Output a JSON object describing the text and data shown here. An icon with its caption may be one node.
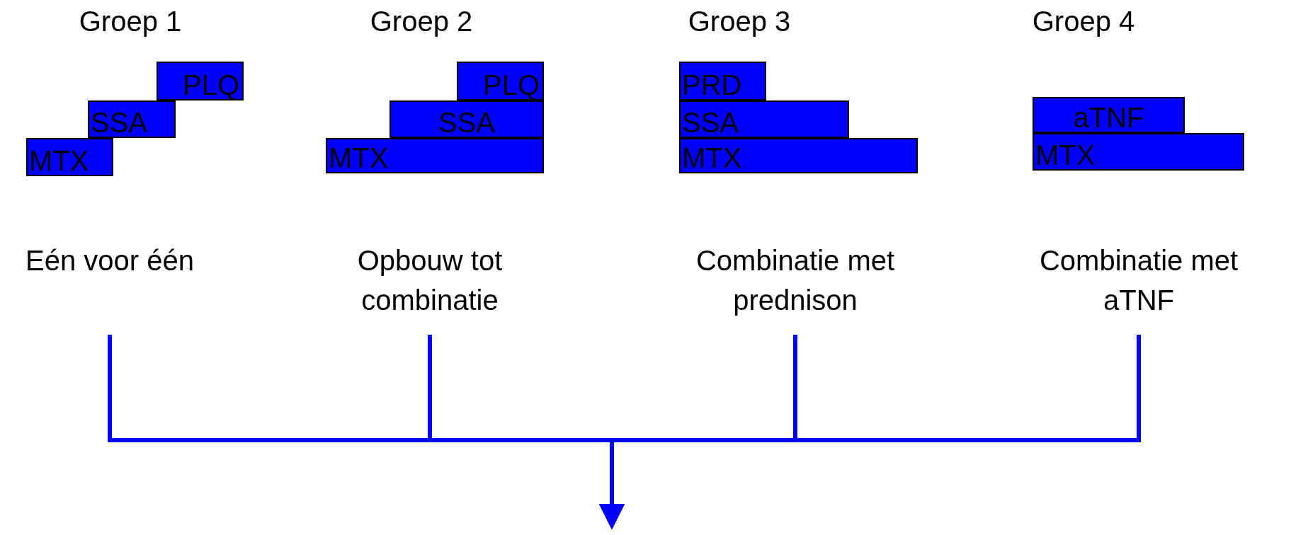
{
  "diagram": {
    "nodes": [
      {
        "text": [
          "PLQ"
        ]
      },
      {
        "text": [
          "SSA"
        ]
      },
      {
        "text": [
          "MTX"
        ]
      },
      {
        "text": [
          "PLQ"
        ]
      },
      {
        "text": [
          "SSA"
        ]
      },
      {
        "text": [
          "MTX"
        ]
      },
      {
        "text": [
          "PRD"
        ]
      },
      {
        "text": [
          "SSA"
        ]
      },
      {
        "text": [
          "MTX"
        ]
      },
      {
        "text": [
          "aTNF"
        ]
      },
      {
        "text": [
          "MTX"
        ]
      },
      {
        "text": [
          "Eén voor één"
        ]
      },
      {
        "text": [
          "Opbouw tot combinatie"
        ]
      },
      {
        "text": [
          "Combinatie met prednison"
        ]
      },
      {
        "text": [
          "Combinatie met aTNF"
        ]
      }
    ],
    "edges": [
      {
        "from": 11,
        "to": null,
        "arrow": "to"
      },
      {
        "from": 12,
        "to": null,
        "arrow": "to"
      },
      {
        "from": 13,
        "to": null,
        "arrow": "to"
      },
      {
        "from": 14,
        "to": null,
        "arrow": "to"
      }
    ],
    "labels": [
      "Groep 1",
      "Groep 2",
      "Groep 3",
      "Groep 4"
    ]
  }
}
